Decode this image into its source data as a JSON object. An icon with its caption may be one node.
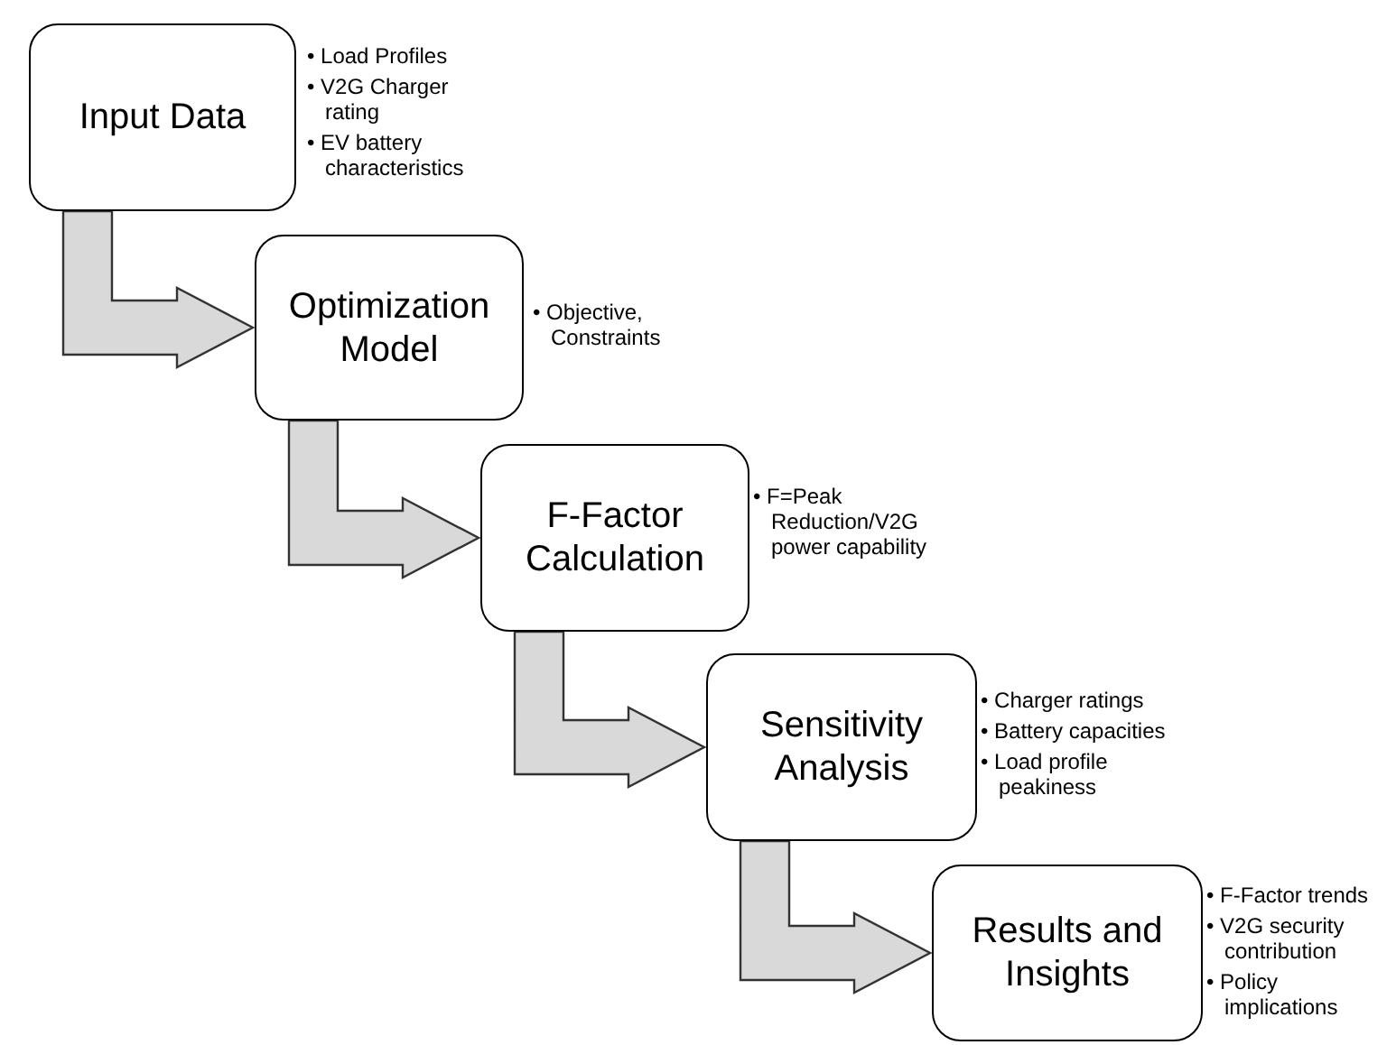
{
  "diagram": {
    "nodes": [
      {
        "text": [
          "Input Data"
        ],
        "beside": [
          "• Load Profiles",
          "• V2G Charger rating",
          "• EV battery characteristics"
        ]
      },
      {
        "text": [
          "Optimization Model"
        ],
        "beside": [
          "• Objective, Constraints"
        ]
      },
      {
        "text": [
          "F-Factor Calculation"
        ],
        "beside": [
          "• F=Peak Reduction/V2G power capability"
        ]
      },
      {
        "text": [
          "Sensitivity Analysis"
        ],
        "beside": [
          "• Charger ratings",
          "• Battery capacities",
          "• Load profile peakiness"
        ]
      },
      {
        "text": [
          "Results and Insights"
        ],
        "beside": [
          "• F-Factor trends",
          "• V2G security contribution",
          "• Policy implications"
        ]
      }
    ],
    "edges": [
      {
        "from": 0,
        "to": 1,
        "arrow": "to"
      },
      {
        "from": 1,
        "to": 2,
        "arrow": "to"
      },
      {
        "from": 2,
        "to": 3,
        "arrow": "to"
      },
      {
        "from": 3,
        "to": 4,
        "arrow": "to"
      }
    ]
  }
}
